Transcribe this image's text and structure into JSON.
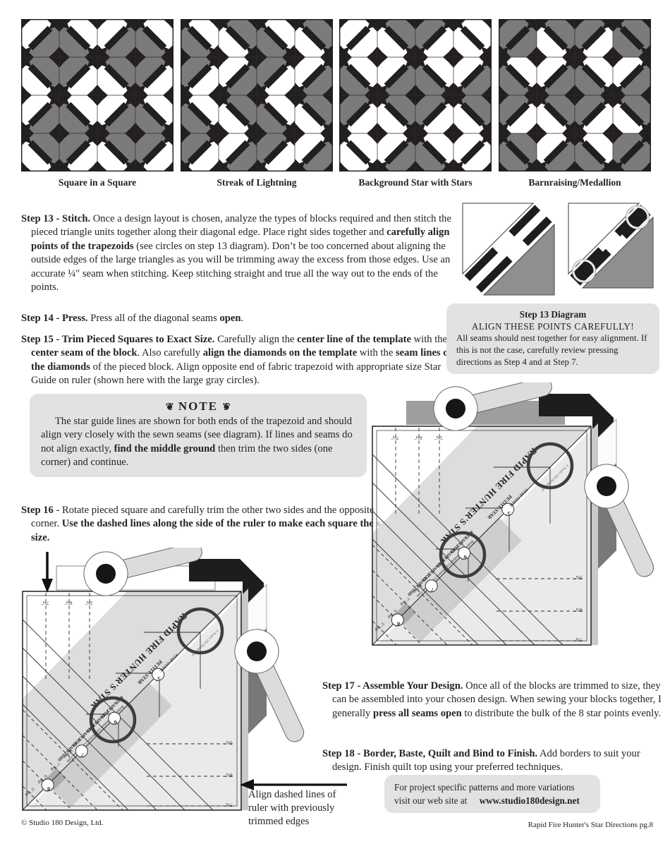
{
  "quilts": {
    "items": [
      {
        "name": "Square in a Square"
      },
      {
        "name": "Streak of Lightning"
      },
      {
        "name": "Background Star with Stars"
      },
      {
        "name": "Barnraising/Medallion"
      }
    ],
    "colors": {
      "gray": "#7b7b7b",
      "white": "#ffffff",
      "black": "#231f20"
    },
    "patterns": {
      "square_in_a_square": [
        [
          "FWG",
          "BWG",
          "FWG",
          "BWG"
        ],
        [
          "BGW",
          "FGW",
          "BGW",
          "FGW"
        ],
        [
          "FWG",
          "BWG",
          "FWG",
          "BWG"
        ],
        [
          "BGW",
          "FGW",
          "BGW",
          "FGW"
        ]
      ],
      "streak_of_lightning": [
        [
          "BWG",
          "BGW",
          "BWG",
          "BGW"
        ],
        [
          "FGW",
          "FWG",
          "FGW",
          "FWG"
        ],
        [
          "BWG",
          "BGW",
          "BWG",
          "BGW"
        ],
        [
          "FGW",
          "FWG",
          "FGW",
          "FWG"
        ]
      ],
      "background_star": [
        [
          "FWW",
          "BGW",
          "FGW",
          "BWW"
        ],
        [
          "BWG",
          "FWG",
          "BWG",
          "FWG"
        ],
        [
          "FGW",
          "BGW",
          "FGW",
          "BGW"
        ],
        [
          "BWW",
          "FWG",
          "BWG",
          "FWW"
        ]
      ],
      "barnraising": [
        [
          "FGG",
          "BGW",
          "FGW",
          "BGG"
        ],
        [
          "BWG",
          "FWG",
          "BWG",
          "FWG"
        ],
        [
          "FGW",
          "BGW",
          "FGW",
          "BGW"
        ],
        [
          "BGG",
          "FWG",
          "BWG",
          "FGG"
        ]
      ]
    }
  },
  "steps": {
    "s13": {
      "segs": [
        {
          "b": 1,
          "t": "Step 13 - Stitch."
        },
        {
          "t": " Once a design layout is chosen, analyze the types of blocks required and then stitch the pieced triangle units together along their diagonal edge. Place right sides together and "
        },
        {
          "b": 1,
          "t": "carefully align points of the trapezoids"
        },
        {
          "t": " (see circles on step 13 diagram). Don’t be too concerned about aligning the outside edges of the large triangles as you will be trimming away the excess from those edges. Use an accurate ¼″ seam when stitching. Keep stitching straight and true all the way out to the ends of the points."
        }
      ]
    },
    "s14": {
      "segs": [
        {
          "b": 1,
          "t": "Step 14 - Press."
        },
        {
          "t": "  Press all of the diagonal seams "
        },
        {
          "b": 1,
          "t": "open"
        },
        {
          "t": "."
        }
      ]
    },
    "s15": {
      "segs": [
        {
          "b": 1,
          "t": "Step 15 - Trim Pieced Squares to Exact Size."
        },
        {
          "t": " Carefully align the "
        },
        {
          "b": 1,
          "t": "center line of the template"
        },
        {
          "t": " with the "
        },
        {
          "b": 1,
          "t": "center seam of the block"
        },
        {
          "t": ". Also carefully "
        },
        {
          "b": 1,
          "t": "align the diamonds on the template"
        },
        {
          "t": " with the "
        },
        {
          "b": 1,
          "t": "seam lines of the diamonds"
        },
        {
          "t": " of the pieced block. Align opposite end of fabric trapezoid with appropriate size Star Guide on ruler (shown here with the large gray circles)."
        }
      ]
    },
    "s16": {
      "segs": [
        {
          "b": 1,
          "t": "Step 16"
        },
        {
          "t": " - Rotate pieced square and carefully trim the other two sides and the opposite corner. "
        },
        {
          "b": 1,
          "t": "Use the dashed lines along the side of the ruler to make each square the same size."
        }
      ]
    },
    "s17": {
      "segs": [
        {
          "b": 1,
          "t": "Step 17 - Assemble Your Design."
        },
        {
          "t": " Once all of the blocks are trimmed to size, they can be assembled into your chosen design. When sewing your blocks together, I generally "
        },
        {
          "b": 1,
          "t": "press all seams open"
        },
        {
          "t": " to distribute the bulk of the 8 star points evenly."
        }
      ]
    },
    "s18": {
      "segs": [
        {
          "b": 1,
          "t": "Step 18 - Border, Baste, Quilt and Bind to Finish."
        },
        {
          "t": " Add borders to suit your design. Finish quilt top using your preferred techniques."
        }
      ]
    }
  },
  "note": {
    "ornament": "❦",
    "title": "NOTE",
    "body": [
      {
        "t": "The star guide lines are shown for both ends of the trapezoid and should align very closely with the sewn seams (see diagram). If lines and seams do not align exactly, "
      },
      {
        "b": 1,
        "t": "find the middle ground"
      },
      {
        "t": " then trim the two sides (one corner) and continue."
      }
    ]
  },
  "diagram13": {
    "title": "Step 13 Diagram",
    "warning": "ALIGN THESE POINTS CAREFULLY!",
    "body": "All seams should nest together for easy alignment. If this is not the case, carefully review pressing directions as Step 4 and at Step 7."
  },
  "ruler": {
    "title": "RAPID FIRE HUNTER'S STAR",
    "subtitle": "PETITE STAR",
    "star_guide_label": "STAR GUIDE",
    "copyright": "© Studio 180 Design, Ltd",
    "guides": [
      "8˝",
      "7˝",
      "6˝",
      "5˝"
    ],
    "left_dashed": [
      "7¼˝",
      "6¼˝",
      "5¾˝"
    ],
    "bottom_dashed": [
      "5¾˝",
      "6¼˝",
      "7¼˝"
    ],
    "trapezoid_lines": [
      "5˝ TRAPEZOID",
      "6˝ TRAPEZOID",
      "7˝ TRAPEZOID",
      "8˝ TRAPEZOID"
    ],
    "trapezoid_sub": "Bottom Line",
    "top_lines": [
      "5˝ Top",
      "6˝ Top",
      "7˝ Top",
      "8˝ Top"
    ]
  },
  "align_note": {
    "text": "Align dashed lines of ruler with previously trimmed edges"
  },
  "web_box": {
    "line1": "For project specific patterns and more variations",
    "line2_prefix": "visit our web site at",
    "url": "www.studio180design.net"
  },
  "footer": {
    "left": "© Studio 180 Design, Ltd.",
    "right": "Rapid Fire Hunter's Star Directions pg.8"
  }
}
